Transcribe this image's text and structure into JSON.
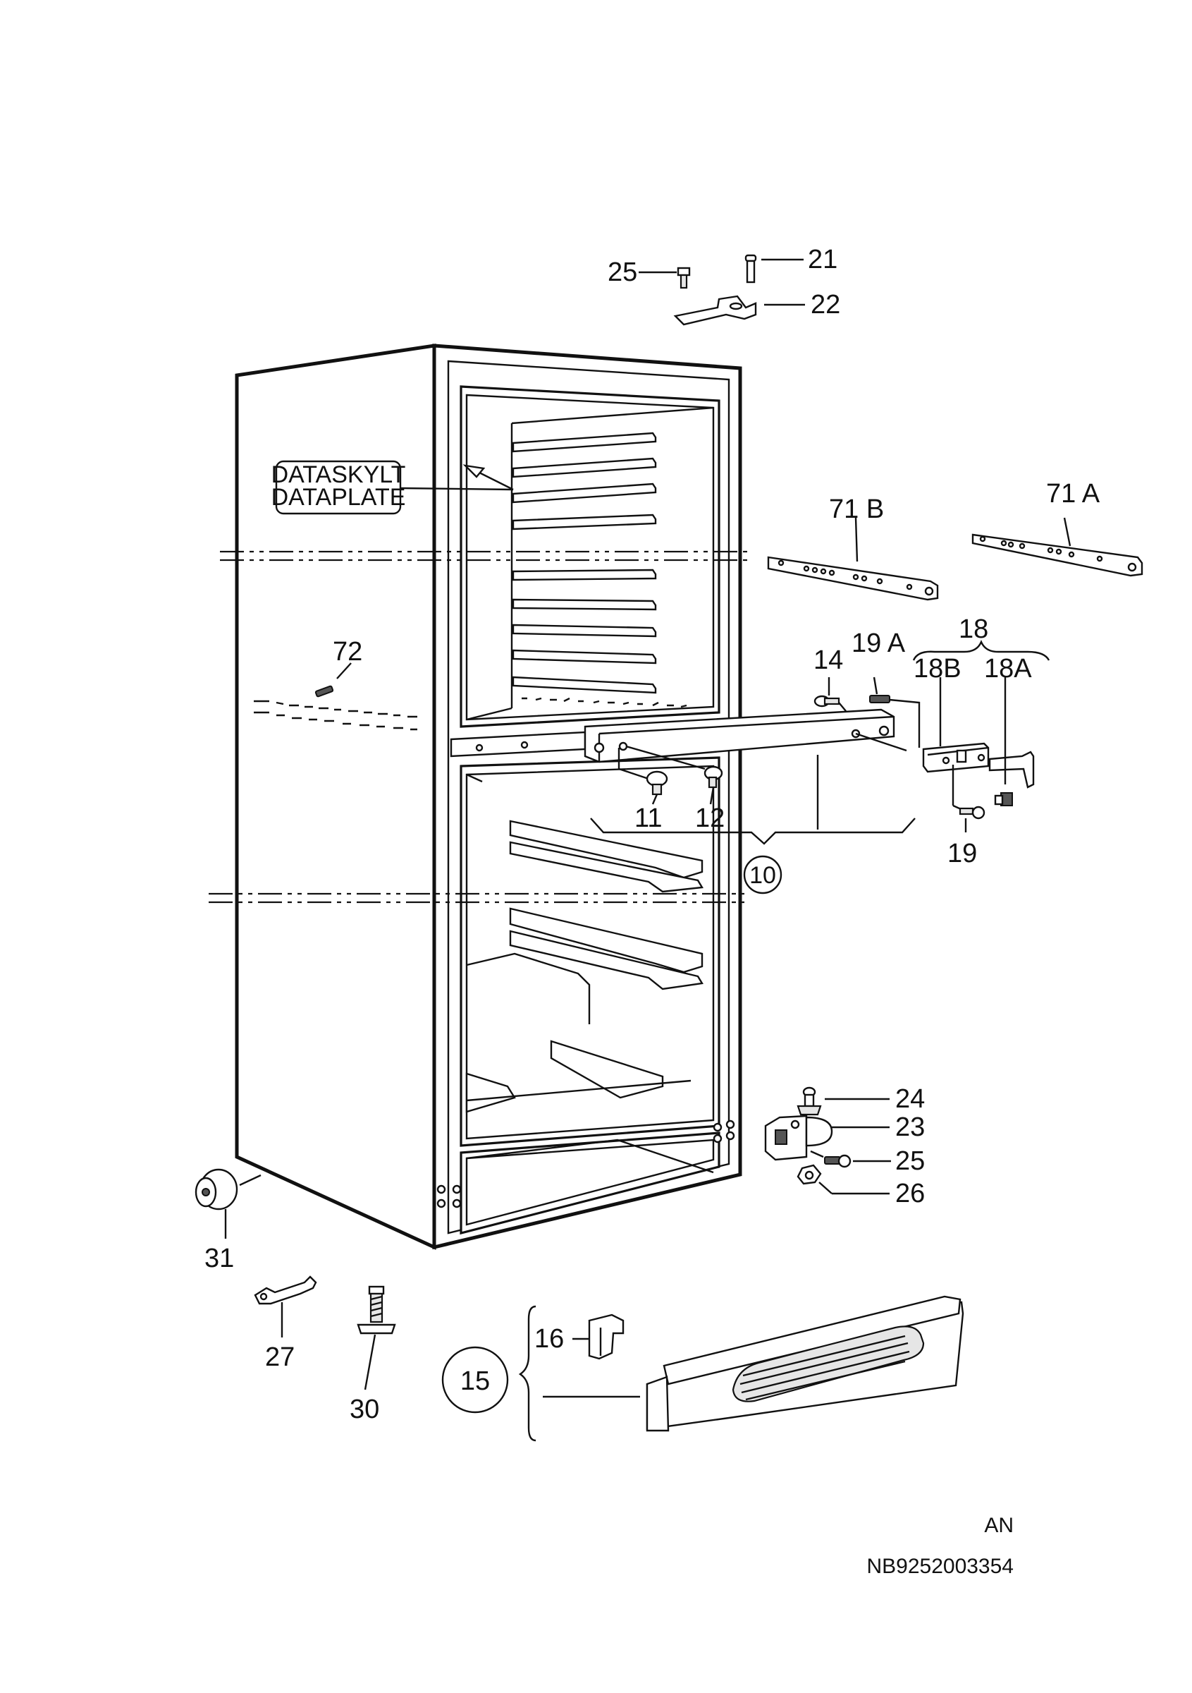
{
  "parts": {
    "p21": "21",
    "p22": "22",
    "p25_top": "25",
    "p71B": "71 B",
    "p71A": "71 A",
    "p18": "18",
    "p19A": "19 A",
    "p14": "14",
    "p18B": "18B",
    "p18A": "18A",
    "p72": "72",
    "p11": "11",
    "p12": "12",
    "p19": "19",
    "p10": "10",
    "p24": "24",
    "p23": "23",
    "p25_bottom": "25",
    "p26": "26",
    "p31": "31",
    "p27": "27",
    "p30": "30",
    "p16": "16",
    "p15": "15"
  },
  "callout": {
    "line1": "DATASKYLT",
    "line2": "DATAPLATE"
  },
  "footer": {
    "variant": "AN",
    "drawing_number": "NB9252003354"
  }
}
